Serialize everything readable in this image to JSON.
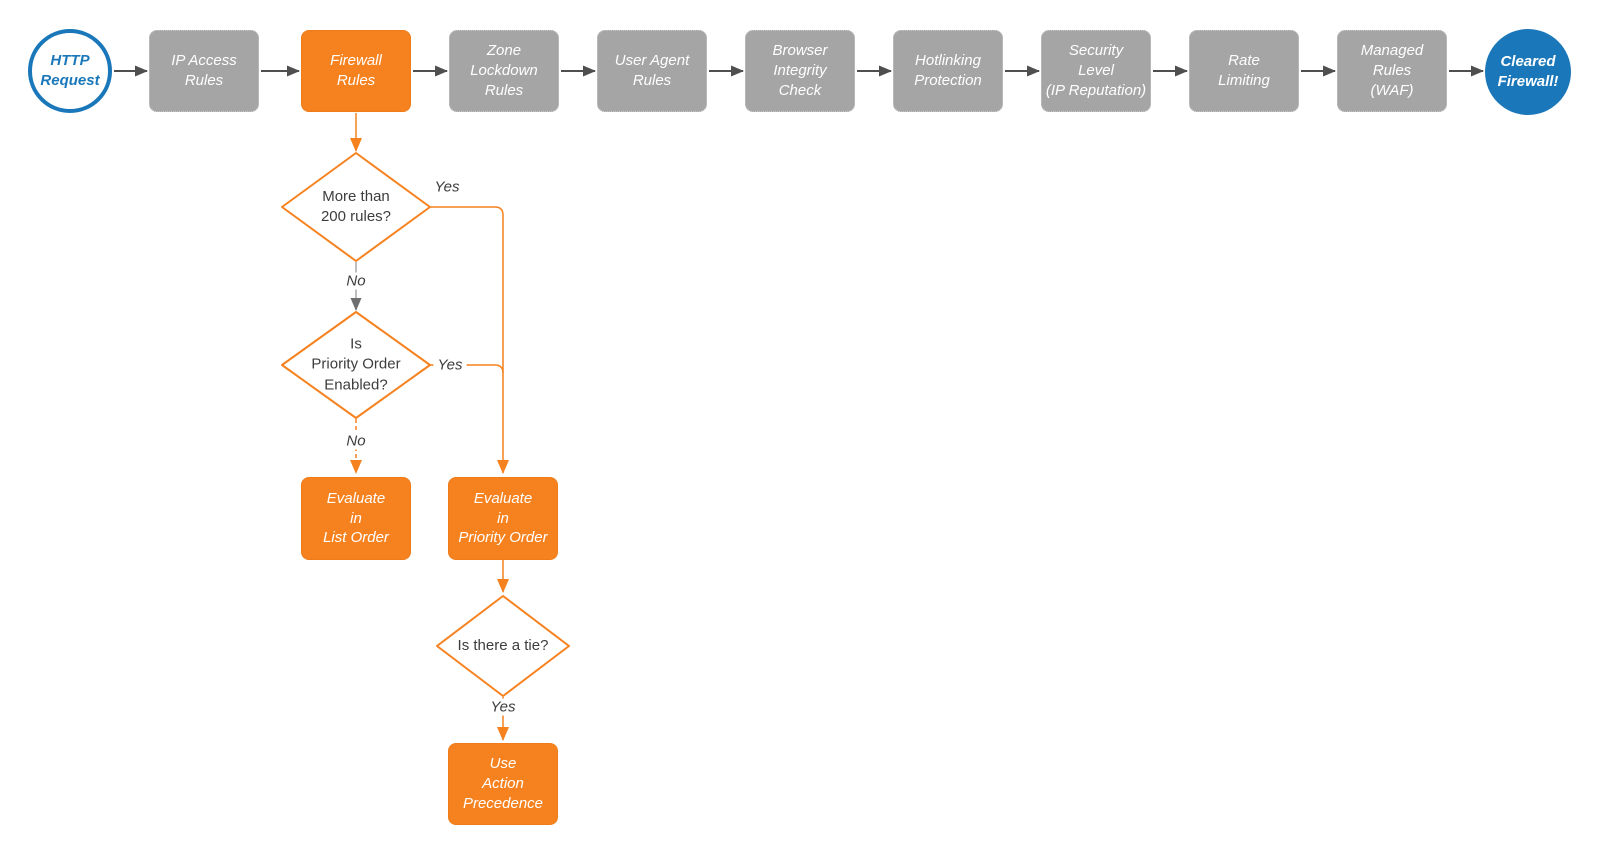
{
  "colors": {
    "accent_orange": "#f6821f",
    "accent_blue": "#1a78ba",
    "step_gray": "#a5a5a5",
    "connector_dark": "#4f4f4f"
  },
  "pipeline": {
    "start": {
      "label": "HTTP\nRequest"
    },
    "steps": [
      {
        "label": "IP Access\nRules"
      },
      {
        "label": "Firewall\nRules"
      },
      {
        "label": "Zone\nLockdown\nRules"
      },
      {
        "label": "User Agent\nRules"
      },
      {
        "label": "Browser\nIntegrity\nCheck"
      },
      {
        "label": "Hotlinking\nProtection"
      },
      {
        "label": "Security\nLevel\n(IP Reputation)"
      },
      {
        "label": "Rate\nLimiting"
      },
      {
        "label": "Managed\nRules\n(WAF)"
      }
    ],
    "end": {
      "label": "Cleared\nFirewall!"
    }
  },
  "decision_flow": {
    "more_than_200": {
      "question": "More than\n200 rules?",
      "yes_label": "Yes",
      "no_label": "No"
    },
    "priority_enabled": {
      "question": "Is\nPriority Order\nEnabled?",
      "yes_label": "Yes",
      "no_label": "No"
    },
    "evaluate_list": {
      "label": "Evaluate\nin\nList Order"
    },
    "evaluate_priority": {
      "label": "Evaluate\nin\nPriority Order"
    },
    "tie": {
      "question": "Is there a tie?",
      "yes_label": "Yes"
    },
    "action_precedence": {
      "label": "Use\nAction\nPrecedence"
    }
  }
}
